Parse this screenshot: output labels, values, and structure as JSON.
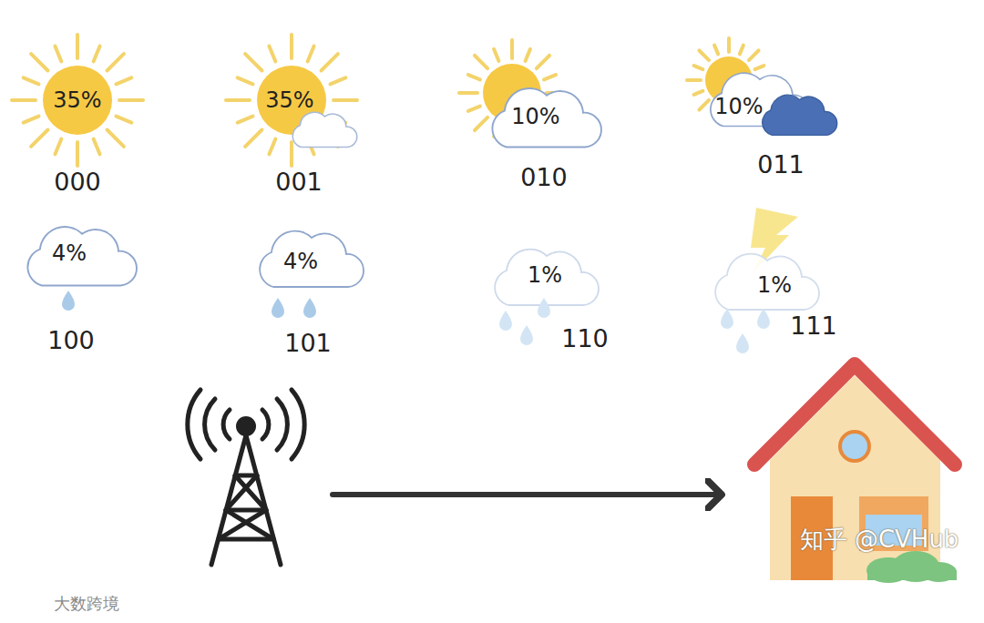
{
  "diagram": {
    "nodes": [
      {
        "text": [
          "35%",
          "000"
        ]
      },
      {
        "text": [
          "35%",
          "001"
        ]
      },
      {
        "text": [
          "10%",
          "010"
        ]
      },
      {
        "text": [
          "10%",
          "011"
        ]
      },
      {
        "text": [
          "4%",
          "100"
        ]
      },
      {
        "text": [
          "4%",
          "101"
        ]
      },
      {
        "text": [
          "1%",
          "110"
        ]
      },
      {
        "text": [
          "1%",
          "111"
        ]
      }
    ],
    "labels": [
      "知乎 @CVHub",
      "大数跨境"
    ]
  }
}
